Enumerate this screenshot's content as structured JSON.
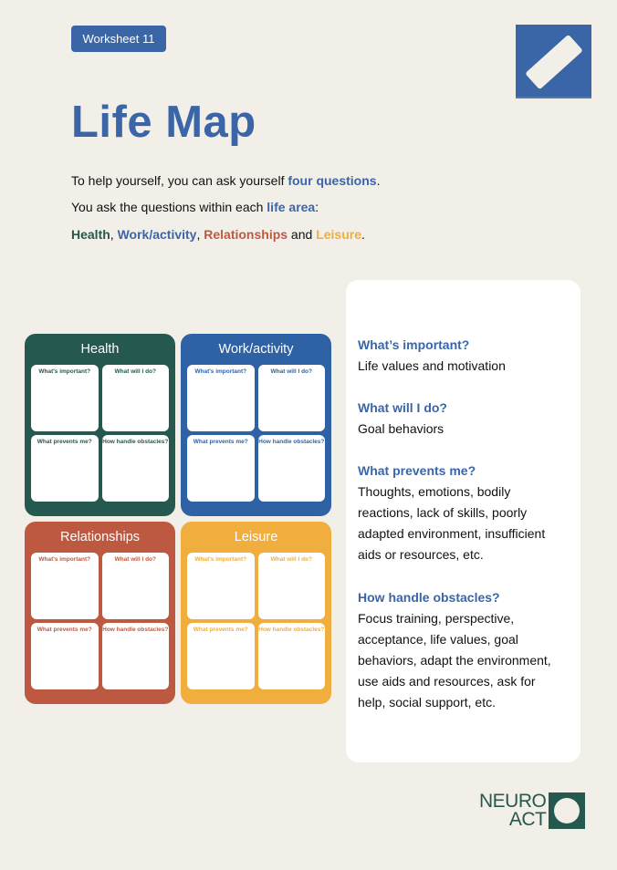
{
  "header": {
    "badge_label": "Worksheet 11",
    "corner_icon": "eraser-icon",
    "title": "Life Map"
  },
  "intro": {
    "line1_prefix": "To help yourself, you can ask yourself ",
    "line1_highlight": "four questions",
    "line1_suffix": ".",
    "line2_prefix": "You ask the questions within each ",
    "line2_highlight": "life area",
    "line2_suffix": ":",
    "areas": {
      "health": "Health",
      "sep1": ", ",
      "work": "Work/activity",
      "sep2": ", ",
      "relationships": "Relationships",
      "and": " and ",
      "leisure": "Leisure",
      "end": "."
    }
  },
  "life_areas": [
    {
      "name": "Health",
      "color": "#25584f",
      "cells": [
        "What's important?",
        "What will I do?",
        "What prevents me?",
        "How handle obstacles?"
      ]
    },
    {
      "name": "Work/activity",
      "color": "#2f62a5",
      "cells": [
        "What's important?",
        "What will I do?",
        "What prevents me?",
        "How handle obstacles?"
      ]
    },
    {
      "name": "Relationships",
      "color": "#bd5941",
      "cells": [
        "What's important?",
        "What will I do?",
        "What prevents me?",
        "How handle obstacles?"
      ]
    },
    {
      "name": "Leisure",
      "color": "#efae3e",
      "cells": [
        "What's important?",
        "What will I do?",
        "What prevents me?",
        "How handle obstacles?"
      ]
    }
  ],
  "questions": [
    {
      "q": "What’s important?",
      "lines": [
        "Life values and motivation"
      ]
    },
    {
      "q": "What will I do?",
      "lines": [
        "Goal behaviors"
      ]
    },
    {
      "q": "What prevents me?",
      "lines": [
        "Thoughts, emotions, bodily",
        "reactions, lack of skills, poorly",
        "adapted environment, insufficient",
        "aids or resources, etc."
      ]
    },
    {
      "q": "How handle obstacles?",
      "lines": [
        "Focus training, perspective,",
        "acceptance, life values, goal",
        "behaviors, adapt the environment,",
        "use aids and resources, ask for",
        "help, social support, etc."
      ]
    }
  ],
  "logo": {
    "line1": "NEURO",
    "line2": "ACT"
  },
  "colors": {
    "background": "#f2efe9",
    "primary_blue": "#3a66a7",
    "green": "#25584f",
    "red": "#bd5941",
    "yellow": "#efae3e"
  }
}
